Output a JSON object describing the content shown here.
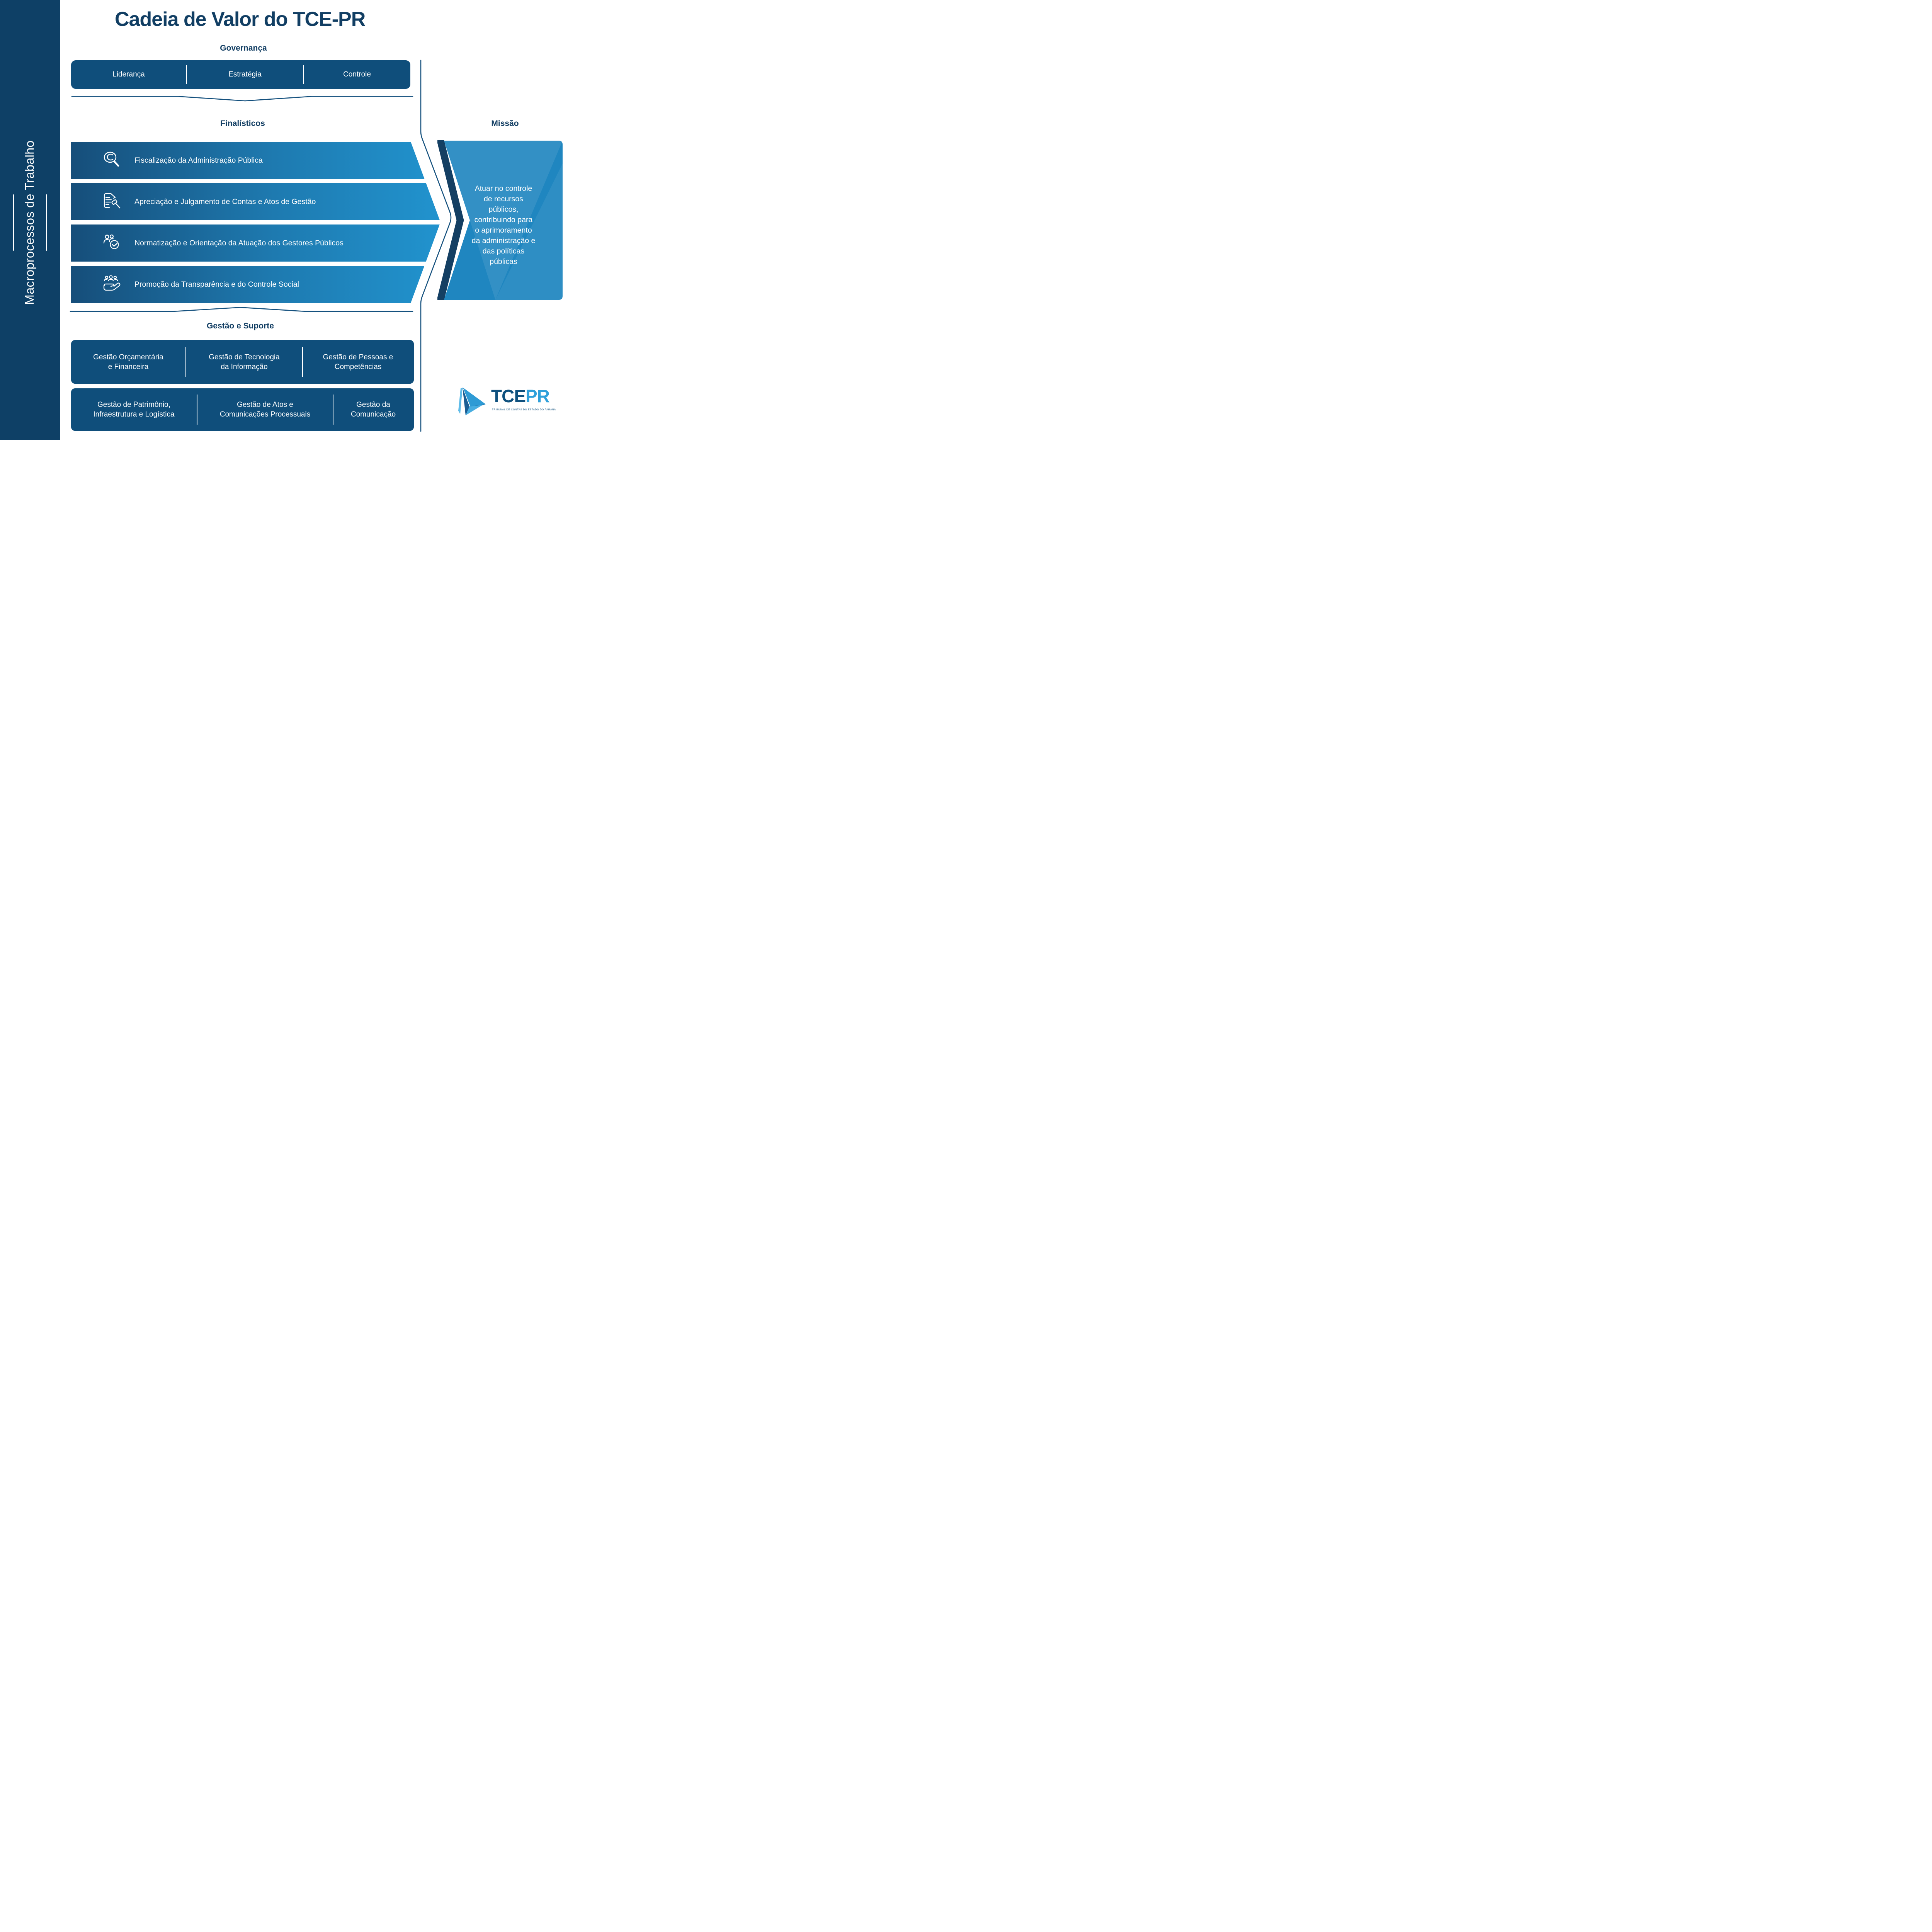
{
  "title": "Cadeia de Valor do TCE-PR",
  "sidebar": {
    "label": "Macroprocessos de Trabalho"
  },
  "governance": {
    "heading": "Governança",
    "items": [
      "Liderança",
      "Estratégia",
      "Controle"
    ]
  },
  "finalisticos": {
    "heading": "Finalísticos",
    "arrows": [
      {
        "icon": "magnifier-icon",
        "label": "Fiscalização da Administração Pública"
      },
      {
        "icon": "document-gavel-icon",
        "label": "Apreciação e Julgamento de Contas e Atos de Gestão"
      },
      {
        "icon": "people-check-icon",
        "label": "Normatização e Orientação da Atuação dos Gestores Públicos"
      },
      {
        "icon": "hand-people-icon",
        "label": "Promoção da Transparência e do Controle Social"
      }
    ]
  },
  "missao": {
    "heading": "Missão",
    "text": "Atuar no controle\nde recursos\npúblicos,\ncontribuindo para\no aprimoramento\nda administração e\ndas políticas\npúblicas"
  },
  "gestao": {
    "heading": "Gestão e Suporte",
    "row1": [
      "Gestão Orçamentária\ne Financeira",
      "Gestão de Tecnologia\nda Informação",
      "Gestão de Pessoas e\nCompetências"
    ],
    "row2": [
      "Gestão de Patrimônio,\nInfraestrutura e Logística",
      "Gestão de Atos e\nComunicações Processuais",
      "Gestão da\nComunicação"
    ]
  },
  "logo": {
    "tce": "TCE",
    "pr": "PR",
    "subtitle": "TRIBUNAL DE CONTAS DO ESTADO DO PARANÁ"
  },
  "colors": {
    "sidebar_navy": "#0E4066",
    "bar_navy": "#0F4E7B",
    "heading_navy": "#123E63",
    "arrow_gradient_start": "#164E7A",
    "arrow_gradient_end": "#2193CE",
    "missao_base": "#1F86C0",
    "missao_dark_chevron": "#143F63",
    "bracket_line": "#15517E",
    "logo_tce": "#0F517E",
    "logo_pr": "#2FA0DA"
  }
}
